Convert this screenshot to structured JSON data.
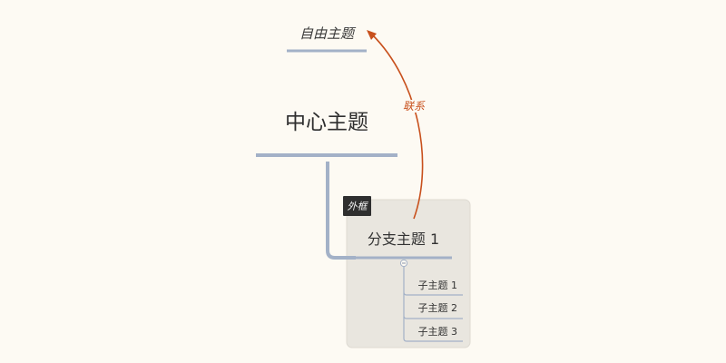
{
  "map": {
    "central_topic": "中心主题",
    "free_topic": "自由主题",
    "branch": {
      "title": "分支主题 1",
      "subtopics": [
        "子主题 1",
        "子主题 2",
        "子主题 3"
      ]
    },
    "boundary_label": "外框",
    "relationship_label": "联系",
    "colors": {
      "background": "#fdfaf3",
      "line": "#a3b1c7",
      "boundary_fill": "#e9e6df",
      "relationship": "#c8501c",
      "tag_bg": "#2f2f2f"
    },
    "collapse_icon": "minus-icon"
  }
}
